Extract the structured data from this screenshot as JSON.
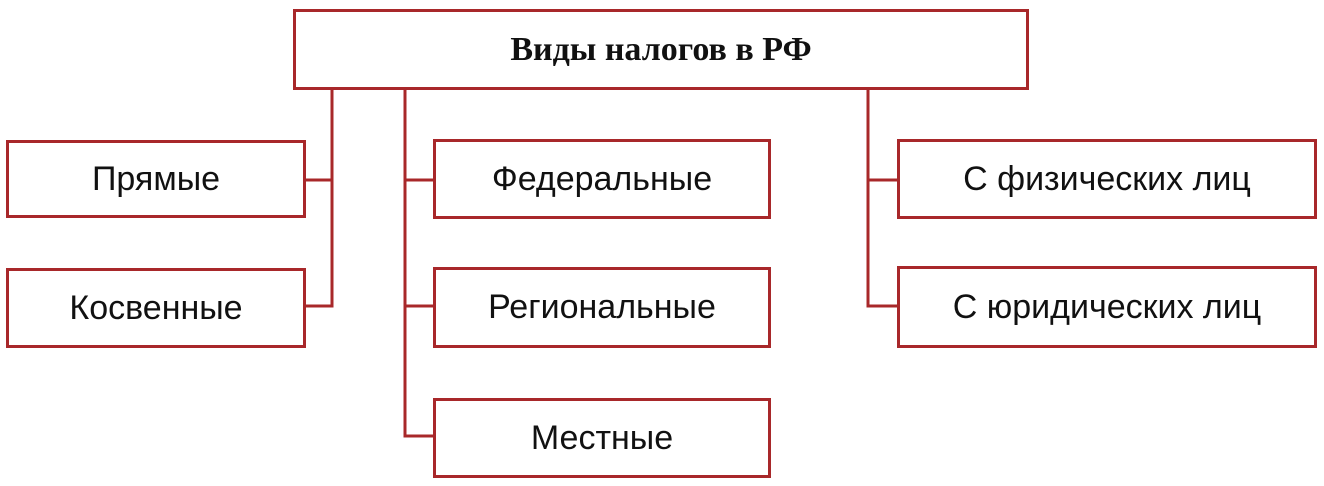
{
  "diagram": {
    "root": "Виды налогов в РФ",
    "branches": [
      {
        "items": [
          "Прямые",
          "Косвенные"
        ]
      },
      {
        "items": [
          "Федеральные",
          "Региональные",
          "Местные"
        ]
      },
      {
        "items": [
          "С физических лиц",
          "С юридических лиц"
        ]
      }
    ]
  },
  "colors": {
    "line": "#a8282a",
    "text": "#111111"
  }
}
